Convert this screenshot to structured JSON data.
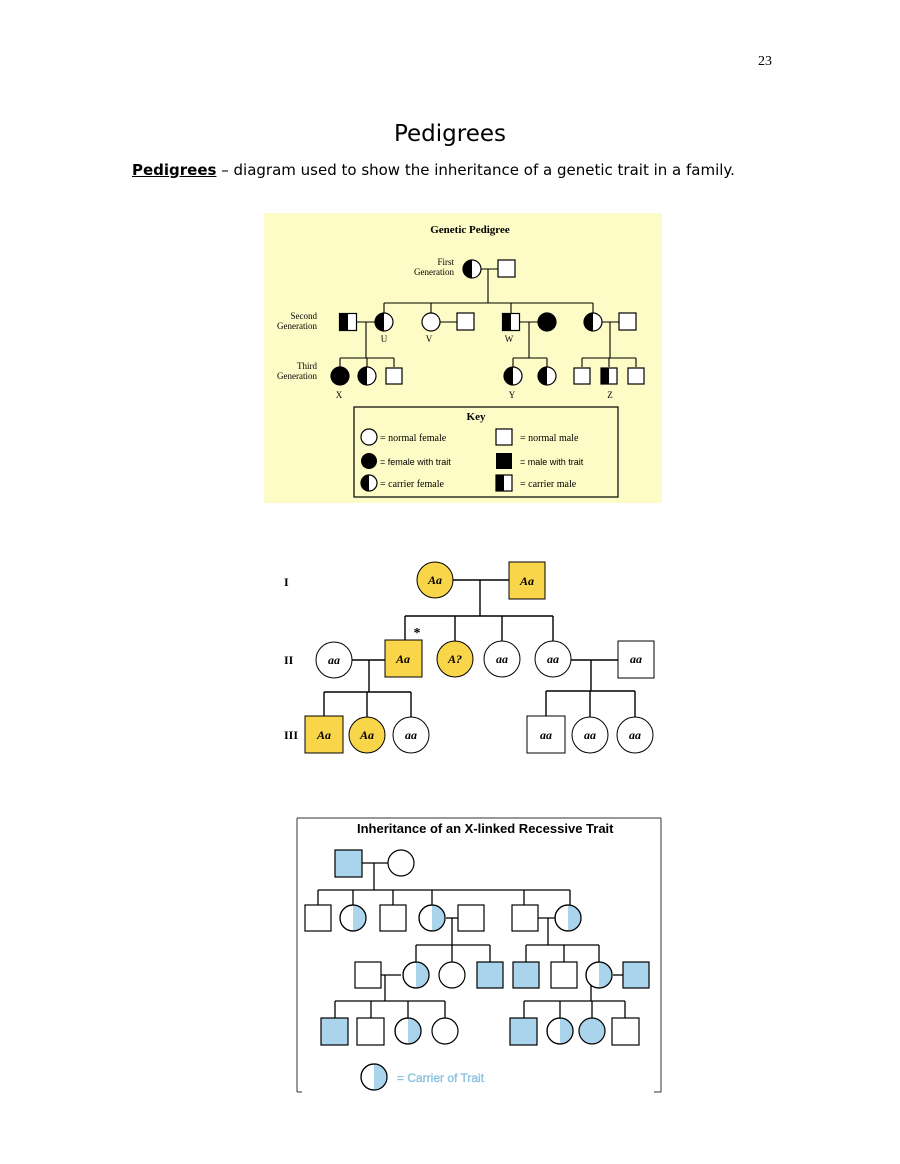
{
  "page": {
    "number": "23",
    "title": "Pedigrees",
    "intro": {
      "term": "Pedigrees",
      "definition": " – diagram used to show the inheritance of a genetic trait in a family."
    }
  },
  "colors": {
    "fig1_background": "#fdfbc6",
    "fig2_affected": "#f9d549",
    "fig3_affected": "#a9d4ec"
  },
  "figure1": {
    "title": "Genetic Pedigree",
    "generations": {
      "first": [
        "First",
        "Generation"
      ],
      "second": [
        "Second",
        "Generation"
      ],
      "third": [
        "Third",
        "Generation"
      ]
    },
    "labels": {
      "U": "U",
      "V": "V",
      "W": "W",
      "X": "X",
      "Y": "Y",
      "Z": "Z"
    },
    "key": {
      "title": "Key",
      "normal_female": "= normal female",
      "female_with_trait": "= female with trait",
      "carrier_female": "= carrier female",
      "normal_male": "= normal male",
      "male_with_trait": "= male with trait",
      "carrier_male": "= carrier male"
    }
  },
  "figure2": {
    "generations": {
      "one": "I",
      "two": "II",
      "three": "III"
    },
    "genotypes": {
      "i_mother": "Aa",
      "i_father": "Aa",
      "ii_wife": "aa",
      "ii_son": "Aa",
      "ii_daughter_unknown": "A?",
      "ii_daughter2": "aa",
      "ii_daughter3": "aa",
      "ii_husband": "aa",
      "iii_a_son": "Aa",
      "iii_a_daughter1": "Aa",
      "iii_a_daughter2": "aa",
      "iii_b_son": "aa",
      "iii_b_daughter1": "aa",
      "iii_b_daughter2": "aa"
    },
    "marker": "*"
  },
  "figure3": {
    "title": "Inheritance of an X-linked Recessive Trait",
    "key_label": "= Carrier of Trait"
  }
}
